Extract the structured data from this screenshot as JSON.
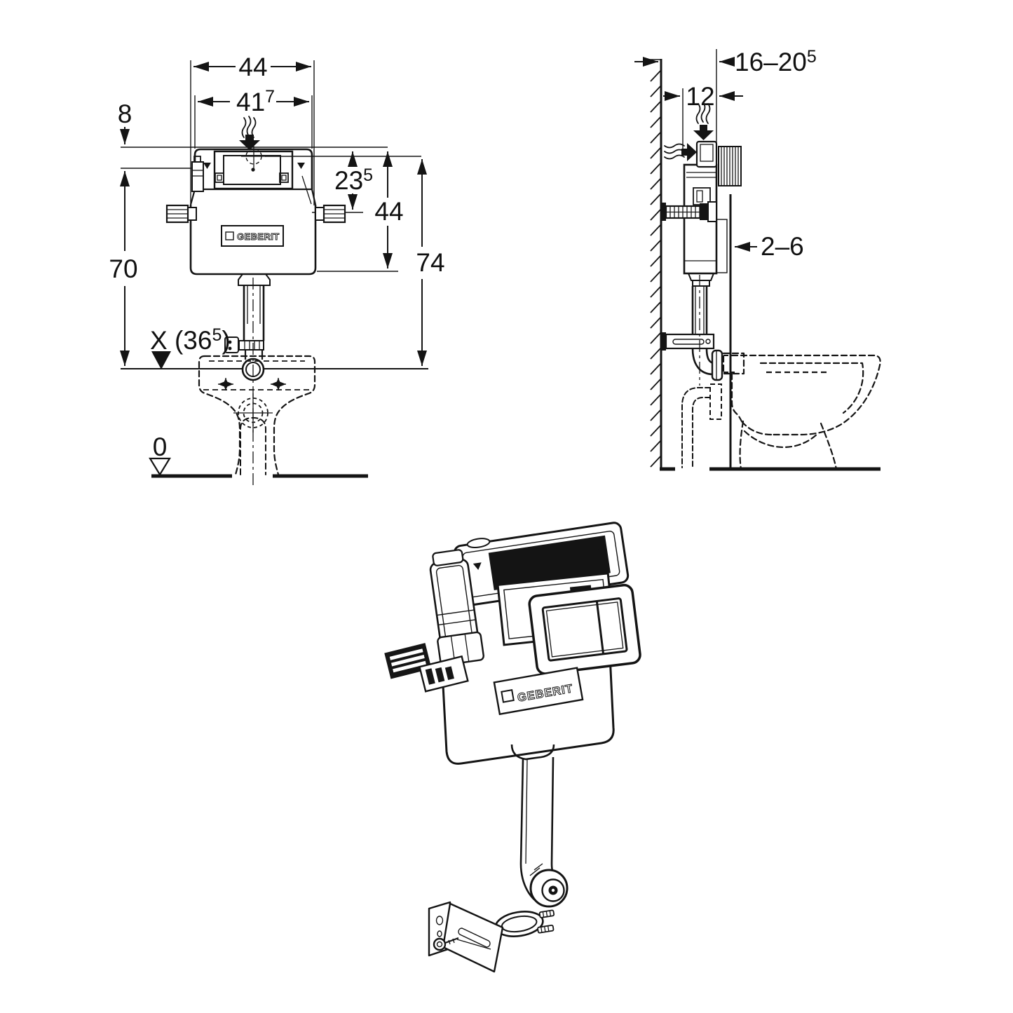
{
  "drawing": {
    "front_view": {
      "dim_outer_width": "44",
      "dim_inner_width_main": "41",
      "dim_inner_width_sup": "7",
      "dim_top_offset": "8",
      "dim_lid_main": "23",
      "dim_lid_sup": "5",
      "dim_cistern_height": "44",
      "dim_total_height": "74",
      "dim_above_reference": "70",
      "dim_x_pre": "X (36",
      "dim_x_sup": "5",
      "dim_x_post": ")",
      "dim_floor_level": "0",
      "logo": "GEBERIT"
    },
    "side_view": {
      "dim_wall_main": "16–20",
      "dim_wall_sup": "5",
      "dim_depth": "12",
      "dim_finish_thickness": "2–6"
    },
    "product_view": {
      "logo": "GEBERIT"
    }
  }
}
